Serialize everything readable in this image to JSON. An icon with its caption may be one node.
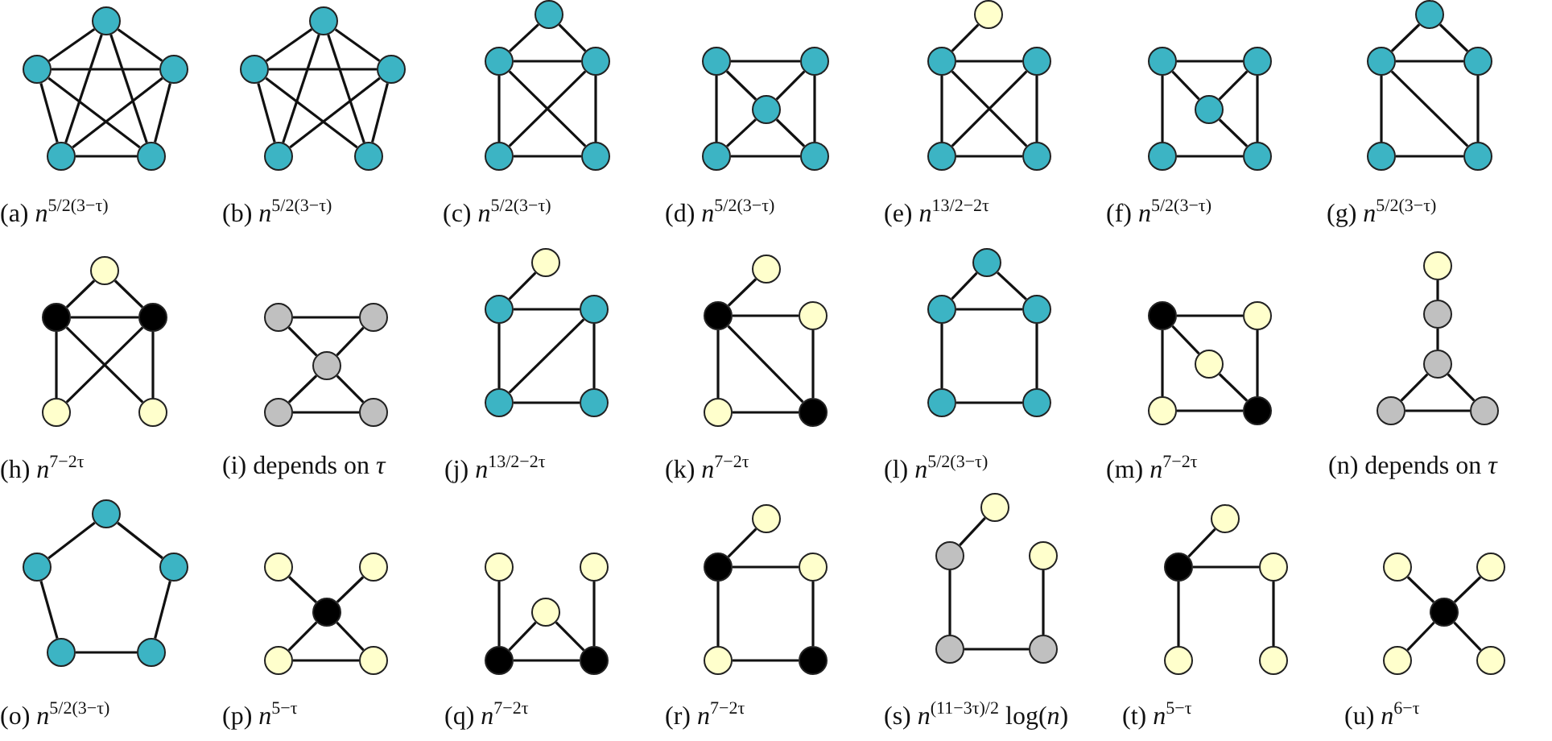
{
  "diagram": {
    "nodes": [
      {
        "text": [],
        "shape": "circle"
      },
      {
        "text": [],
        "shape": "circle"
      },
      {
        "text": [],
        "shape": "circle"
      },
      {
        "text": [],
        "shape": "circle"
      },
      {
        "text": [],
        "shape": "circle"
      },
      {
        "text": [],
        "shape": "circle"
      },
      {
        "text": [],
        "shape": "circle"
      },
      {
        "text": [],
        "shape": "circle"
      },
      {
        "text": [],
        "shape": "circle"
      },
      {
        "text": [],
        "shape": "circle"
      },
      {
        "text": [],
        "shape": "circle"
      },
      {
        "text": [],
        "shape": "circle"
      },
      {
        "text": [],
        "shape": "circle"
      },
      {
        "text": [],
        "shape": "circle"
      },
      {
        "text": [],
        "shape": "circle"
      },
      {
        "text": [],
        "shape": "circle"
      },
      {
        "text": [],
        "shape": "circle"
      },
      {
        "text": [],
        "shape": "circle"
      },
      {
        "text": [],
        "shape": "circle"
      },
      {
        "text": [],
        "shape": "circle"
      },
      {
        "text": [],
        "shape": "circle"
      },
      {
        "text": [],
        "shape": "circle"
      },
      {
        "text": [],
        "shape": "circle"
      },
      {
        "text": [],
        "shape": "circle"
      },
      {
        "text": [],
        "shape": "circle"
      },
      {
        "text": [],
        "shape": "circle"
      },
      {
        "text": [],
        "shape": "circle"
      },
      {
        "text": [],
        "shape": "circle"
      },
      {
        "text": [],
        "shape": "circle"
      },
      {
        "text": [],
        "shape": "circle"
      },
      {
        "text": [],
        "shape": "circle"
      },
      {
        "text": [],
        "shape": "circle"
      },
      {
        "text": [],
        "shape": "circle"
      },
      {
        "text": [],
        "shape": "circle"
      },
      {
        "text": [],
        "shape": "circle"
      },
      {
        "text": [],
        "shape": "circle"
      },
      {
        "text": [],
        "shape": "circle"
      },
      {
        "text": [],
        "shape": "circle"
      },
      {
        "text": [],
        "shape": "circle"
      },
      {
        "text": [],
        "shape": "circle"
      },
      {
        "text": [],
        "shape": "circle"
      },
      {
        "text": [],
        "shape": "circle"
      },
      {
        "text": [],
        "shape": "circle"
      },
      {
        "text": [],
        "shape": "circle"
      },
      {
        "text": [],
        "shape": "circle"
      },
      {
        "text": [],
        "shape": "circle"
      },
      {
        "text": [],
        "shape": "circle"
      },
      {
        "text": [],
        "shape": "circle"
      },
      {
        "text": [],
        "shape": "circle"
      },
      {
        "text": [],
        "shape": "circle"
      },
      {
        "text": [],
        "shape": "circle"
      },
      {
        "text": [],
        "shape": "circle"
      },
      {
        "text": [],
        "shape": "circle"
      },
      {
        "text": [],
        "shape": "circle"
      },
      {
        "text": [],
        "shape": "circle"
      },
      {
        "text": [],
        "shape": "circle"
      },
      {
        "text": [],
        "shape": "circle"
      },
      {
        "text": [],
        "shape": "circle"
      },
      {
        "text": [],
        "shape": "circle"
      },
      {
        "text": [],
        "shape": "circle"
      },
      {
        "text": [],
        "shape": "circle"
      },
      {
        "text": [],
        "shape": "circle"
      },
      {
        "text": [],
        "shape": "circle"
      },
      {
        "text": [],
        "shape": "circle"
      },
      {
        "text": [],
        "shape": "circle"
      },
      {
        "text": [],
        "shape": "circle"
      },
      {
        "text": [],
        "shape": "circle"
      },
      {
        "text": [],
        "shape": "circle"
      },
      {
        "text": [],
        "shape": "circle"
      },
      {
        "text": [],
        "shape": "circle"
      },
      {
        "text": [],
        "shape": "circle"
      },
      {
        "text": [],
        "shape": "circle"
      },
      {
        "text": [],
        "shape": "circle"
      },
      {
        "text": [],
        "shape": "circle"
      },
      {
        "text": [],
        "shape": "circle"
      },
      {
        "text": [],
        "shape": "circle"
      },
      {
        "text": [],
        "shape": "circle"
      },
      {
        "text": [],
        "shape": "circle"
      },
      {
        "text": [],
        "shape": "circle"
      },
      {
        "text": [],
        "shape": "circle"
      },
      {
        "text": [],
        "shape": "circle"
      },
      {
        "text": [],
        "shape": "circle"
      },
      {
        "text": [],
        "shape": "circle"
      },
      {
        "text": [],
        "shape": "circle"
      },
      {
        "text": [],
        "shape": "circle"
      },
      {
        "text": [],
        "shape": "circle"
      },
      {
        "text": [],
        "shape": "circle"
      },
      {
        "text": [],
        "shape": "circle"
      },
      {
        "text": [],
        "shape": "circle"
      },
      {
        "text": [],
        "shape": "circle"
      },
      {
        "text": [],
        "shape": "circle"
      },
      {
        "text": [],
        "shape": "circle"
      },
      {
        "text": [],
        "shape": "circle"
      },
      {
        "text": [],
        "shape": "circle"
      },
      {
        "text": [],
        "shape": "circle"
      },
      {
        "text": [],
        "shape": "circle"
      },
      {
        "text": [],
        "shape": "circle"
      },
      {
        "text": [],
        "shape": "circle"
      },
      {
        "text": [],
        "shape": "circle"
      },
      {
        "text": [],
        "shape": "circle"
      },
      {
        "text": [],
        "shape": "circle"
      },
      {
        "text": [],
        "shape": "circle"
      },
      {
        "text": [],
        "shape": "circle"
      },
      {
        "text": [],
        "shape": "circle"
      },
      {
        "text": [],
        "shape": "circle"
      }
    ],
    "edges": [
      {
        "from": 0,
        "to": 1,
        "arrow": "none"
      },
      {
        "from": 0,
        "to": 2,
        "arrow": "none"
      },
      {
        "from": 0,
        "to": 3,
        "arrow": "none"
      },
      {
        "from": 0,
        "to": 4,
        "arrow": "none"
      },
      {
        "from": 1,
        "to": 2,
        "arrow": "none"
      },
      {
        "from": 1,
        "to": 3,
        "arrow": "none"
      },
      {
        "from": 1,
        "to": 4,
        "arrow": "none"
      },
      {
        "from": 2,
        "to": 3,
        "arrow": "none"
      },
      {
        "from": 2,
        "to": 4,
        "arrow": "none"
      },
      {
        "from": 3,
        "to": 4,
        "arrow": "none"
      },
      {
        "from": 5,
        "to": 6,
        "arrow": "none"
      },
      {
        "from": 5,
        "to": 7,
        "arrow": "none"
      },
      {
        "from": 5,
        "to": 8,
        "arrow": "none"
      },
      {
        "from": 5,
        "to": 9,
        "arrow": "none"
      },
      {
        "from": 6,
        "to": 7,
        "arrow": "none"
      },
      {
        "from": 6,
        "to": 8,
        "arrow": "none"
      },
      {
        "from": 6,
        "to": 9,
        "arrow": "none"
      },
      {
        "from": 7,
        "to": 8,
        "arrow": "none"
      },
      {
        "from": 7,
        "to": 9,
        "arrow": "none"
      },
      {
        "from": 10,
        "to": 11,
        "arrow": "none"
      },
      {
        "from": 10,
        "to": 12,
        "arrow": "none"
      },
      {
        "from": 11,
        "to": 12,
        "arrow": "none"
      },
      {
        "from": 11,
        "to": 13,
        "arrow": "none"
      },
      {
        "from": 11,
        "to": 14,
        "arrow": "none"
      },
      {
        "from": 12,
        "to": 13,
        "arrow": "none"
      },
      {
        "from": 12,
        "to": 14,
        "arrow": "none"
      },
      {
        "from": 13,
        "to": 14,
        "arrow": "none"
      },
      {
        "from": 15,
        "to": 16,
        "arrow": "none"
      },
      {
        "from": 15,
        "to": 17,
        "arrow": "none"
      },
      {
        "from": 15,
        "to": 18,
        "arrow": "none"
      },
      {
        "from": 16,
        "to": 17,
        "arrow": "none"
      },
      {
        "from": 16,
        "to": 19,
        "arrow": "none"
      },
      {
        "from": 17,
        "to": 18,
        "arrow": "none"
      },
      {
        "from": 17,
        "to": 19,
        "arrow": "none"
      },
      {
        "from": 18,
        "to": 19,
        "arrow": "none"
      },
      {
        "from": 20,
        "to": 21,
        "arrow": "none"
      },
      {
        "from": 21,
        "to": 22,
        "arrow": "none"
      },
      {
        "from": 21,
        "to": 23,
        "arrow": "none"
      },
      {
        "from": 21,
        "to": 24,
        "arrow": "none"
      },
      {
        "from": 22,
        "to": 23,
        "arrow": "none"
      },
      {
        "from": 22,
        "to": 24,
        "arrow": "none"
      },
      {
        "from": 23,
        "to": 24,
        "arrow": "none"
      },
      {
        "from": 25,
        "to": 26,
        "arrow": "none"
      },
      {
        "from": 25,
        "to": 27,
        "arrow": "none"
      },
      {
        "from": 25,
        "to": 28,
        "arrow": "none"
      },
      {
        "from": 26,
        "to": 27,
        "arrow": "none"
      },
      {
        "from": 26,
        "to": 29,
        "arrow": "none"
      },
      {
        "from": 27,
        "to": 29,
        "arrow": "none"
      },
      {
        "from": 28,
        "to": 29,
        "arrow": "none"
      },
      {
        "from": 30,
        "to": 31,
        "arrow": "none"
      },
      {
        "from": 30,
        "to": 32,
        "arrow": "none"
      },
      {
        "from": 31,
        "to": 32,
        "arrow": "none"
      },
      {
        "from": 31,
        "to": 33,
        "arrow": "none"
      },
      {
        "from": 31,
        "to": 34,
        "arrow": "none"
      },
      {
        "from": 32,
        "to": 34,
        "arrow": "none"
      },
      {
        "from": 33,
        "to": 34,
        "arrow": "none"
      },
      {
        "from": 35,
        "to": 36,
        "arrow": "none"
      },
      {
        "from": 35,
        "to": 37,
        "arrow": "none"
      },
      {
        "from": 36,
        "to": 37,
        "arrow": "none"
      },
      {
        "from": 36,
        "to": 38,
        "arrow": "none"
      },
      {
        "from": 36,
        "to": 39,
        "arrow": "none"
      },
      {
        "from": 37,
        "to": 38,
        "arrow": "none"
      },
      {
        "from": 37,
        "to": 39,
        "arrow": "none"
      },
      {
        "from": 40,
        "to": 41,
        "arrow": "none"
      },
      {
        "from": 40,
        "to": 42,
        "arrow": "none"
      },
      {
        "from": 41,
        "to": 42,
        "arrow": "none"
      },
      {
        "from": 42,
        "to": 43,
        "arrow": "none"
      },
      {
        "from": 42,
        "to": 44,
        "arrow": "none"
      },
      {
        "from": 43,
        "to": 44,
        "arrow": "none"
      },
      {
        "from": 45,
        "to": 46,
        "arrow": "none"
      },
      {
        "from": 46,
        "to": 47,
        "arrow": "none"
      },
      {
        "from": 46,
        "to": 48,
        "arrow": "none"
      },
      {
        "from": 47,
        "to": 48,
        "arrow": "none"
      },
      {
        "from": 47,
        "to": 49,
        "arrow": "none"
      },
      {
        "from": 48,
        "to": 49,
        "arrow": "none"
      },
      {
        "from": 50,
        "to": 51,
        "arrow": "none"
      },
      {
        "from": 51,
        "to": 52,
        "arrow": "none"
      },
      {
        "from": 51,
        "to": 53,
        "arrow": "none"
      },
      {
        "from": 51,
        "to": 54,
        "arrow": "none"
      },
      {
        "from": 52,
        "to": 54,
        "arrow": "none"
      },
      {
        "from": 53,
        "to": 54,
        "arrow": "none"
      },
      {
        "from": 55,
        "to": 56,
        "arrow": "none"
      },
      {
        "from": 55,
        "to": 57,
        "arrow": "none"
      },
      {
        "from": 56,
        "to": 57,
        "arrow": "none"
      },
      {
        "from": 56,
        "to": 58,
        "arrow": "none"
      },
      {
        "from": 57,
        "to": 59,
        "arrow": "none"
      },
      {
        "from": 58,
        "to": 59,
        "arrow": "none"
      },
      {
        "from": 60,
        "to": 61,
        "arrow": "none"
      },
      {
        "from": 60,
        "to": 62,
        "arrow": "none"
      },
      {
        "from": 60,
        "to": 63,
        "arrow": "none"
      },
      {
        "from": 61,
        "to": 64,
        "arrow": "none"
      },
      {
        "from": 62,
        "to": 64,
        "arrow": "none"
      },
      {
        "from": 63,
        "to": 64,
        "arrow": "none"
      },
      {
        "from": 65,
        "to": 66,
        "arrow": "none"
      },
      {
        "from": 66,
        "to": 67,
        "arrow": "none"
      },
      {
        "from": 67,
        "to": 68,
        "arrow": "none"
      },
      {
        "from": 67,
        "to": 69,
        "arrow": "none"
      },
      {
        "from": 68,
        "to": 69,
        "arrow": "none"
      },
      {
        "from": 70,
        "to": 71,
        "arrow": "none"
      },
      {
        "from": 70,
        "to": 72,
        "arrow": "none"
      },
      {
        "from": 71,
        "to": 73,
        "arrow": "none"
      },
      {
        "from": 72,
        "to": 74,
        "arrow": "none"
      },
      {
        "from": 73,
        "to": 74,
        "arrow": "none"
      },
      {
        "from": 75,
        "to": 77,
        "arrow": "none"
      },
      {
        "from": 76,
        "to": 77,
        "arrow": "none"
      },
      {
        "from": 77,
        "to": 78,
        "arrow": "none"
      },
      {
        "from": 77,
        "to": 79,
        "arrow": "none"
      },
      {
        "from": 78,
        "to": 79,
        "arrow": "none"
      },
      {
        "from": 80,
        "to": 83,
        "arrow": "none"
      },
      {
        "from": 81,
        "to": 84,
        "arrow": "none"
      },
      {
        "from": 82,
        "to": 83,
        "arrow": "none"
      },
      {
        "from": 82,
        "to": 84,
        "arrow": "none"
      },
      {
        "from": 83,
        "to": 84,
        "arrow": "none"
      },
      {
        "from": 85,
        "to": 86,
        "arrow": "none"
      },
      {
        "from": 86,
        "to": 87,
        "arrow": "none"
      },
      {
        "from": 86,
        "to": 88,
        "arrow": "none"
      },
      {
        "from": 87,
        "to": 89,
        "arrow": "none"
      },
      {
        "from": 88,
        "to": 89,
        "arrow": "none"
      },
      {
        "from": 90,
        "to": 91,
        "arrow": "none"
      },
      {
        "from": 91,
        "to": 93,
        "arrow": "none"
      },
      {
        "from": 92,
        "to": 94,
        "arrow": "none"
      },
      {
        "from": 93,
        "to": 94,
        "arrow": "none"
      },
      {
        "from": 95,
        "to": 96,
        "arrow": "none"
      },
      {
        "from": 96,
        "to": 97,
        "arrow": "none"
      },
      {
        "from": 96,
        "to": 98,
        "arrow": "none"
      },
      {
        "from": 97,
        "to": 99,
        "arrow": "none"
      },
      {
        "from": 100,
        "to": 102,
        "arrow": "none"
      },
      {
        "from": 101,
        "to": 102,
        "arrow": "none"
      },
      {
        "from": 102,
        "to": 103,
        "arrow": "none"
      },
      {
        "from": 102,
        "to": 104,
        "arrow": "none"
      }
    ],
    "labels": [
      "(a) *n*$^{5/2(3−τ)}$",
      "(b) *n*$^{5/2(3−τ)}$",
      "(c) *n*$^{5/2(3−τ)}$",
      "(d) *n*$^{5/2(3−τ)}$",
      "(e) *n*$^{13/2−2τ}$",
      "(f) *n*$^{5/2(3−τ)}$",
      "(g) *n*$^{5/2(3−τ)}$",
      "(h) *n*$^{7−2τ}$",
      "(i) depends on *τ*",
      "(j) *n*$^{13/2−2τ}$",
      "(k) *n*$^{7−2τ}$",
      "(l) *n*$^{5/2(3−τ)}$",
      "(m) *n*$^{7−2τ}$",
      "(n) depends on *τ*",
      "(o) *n*$^{5/2(3−τ)}$",
      "(p) *n*$^{5−τ}$",
      "(q) *n*$^{7−2τ}$",
      "(r) *n*$^{7−2τ}$",
      "(s) *n*$^{(11−3τ)/2}$ log(*n*)",
      "(t) *n*$^{5−τ}$",
      "(u) *n*$^{6−τ}$"
    ]
  }
}
